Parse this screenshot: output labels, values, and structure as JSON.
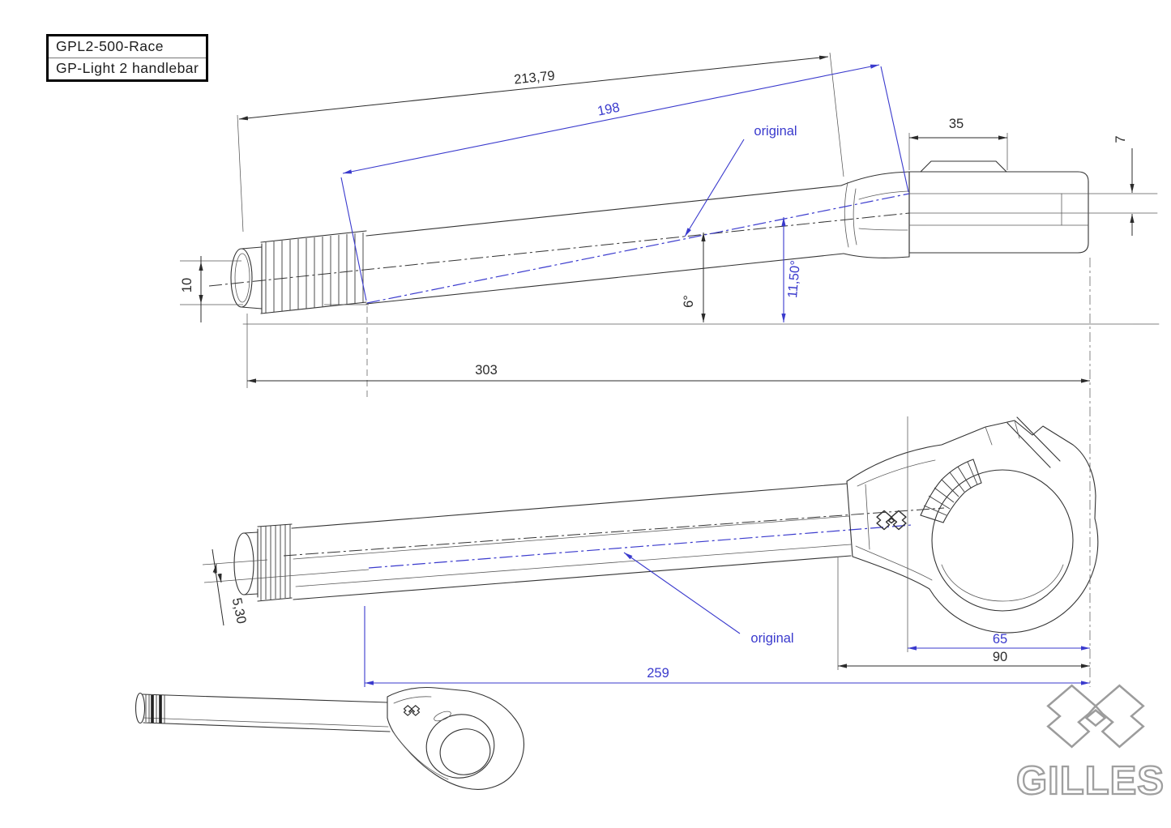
{
  "title_block": {
    "model": "GPL2-500-Race",
    "product": "GP-Light 2 handlebar"
  },
  "colors": {
    "geometry_line": "#333333",
    "dimension_black": "#2b2b2b",
    "dimension_blue": "#3a3acd",
    "logo_outline": "#9c9c9c"
  },
  "top_view": {
    "dims": {
      "length_new": "213,79",
      "length_original": "198",
      "clamp_tab_width": "35",
      "height_offset": "7",
      "bar_end_height": "10",
      "overall_length": "303",
      "angle_new": "6°",
      "angle_original": "11,50°"
    },
    "labels": {
      "original": "original"
    }
  },
  "bottom_view": {
    "dims": {
      "centerline_offset": "5,30",
      "clamp_bore_offset": "65",
      "clamp_width": "90",
      "tube_length": "259"
    },
    "labels": {
      "original": "original"
    }
  },
  "logo": {
    "wordmark": "GILLES",
    "monogram_icon": "gilles-gg-monogram-icon"
  }
}
